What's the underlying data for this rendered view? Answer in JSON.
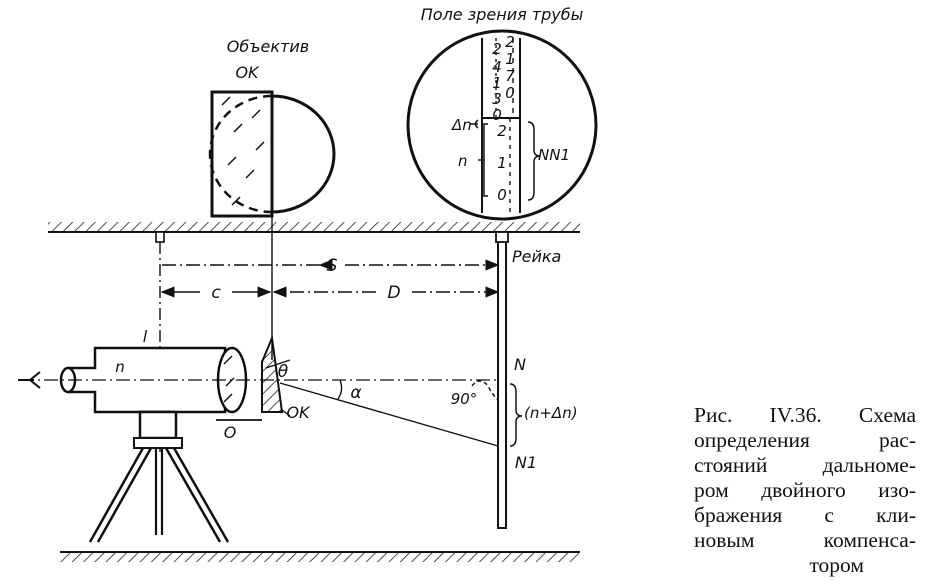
{
  "labels": {
    "field_of_view": "Поле зрения трубы",
    "objective": "Объектив",
    "ok_top": "OK",
    "ok_bottom": "OK",
    "rod": "Рейка",
    "S": "S",
    "c": "c",
    "D": "D",
    "l": "l",
    "n_tube": "n",
    "theta": "θ",
    "alpha": "α",
    "ninety": "90°",
    "O": "O",
    "N": "N",
    "N1": "N1",
    "n_plus_dn": "(n+Δn)",
    "delta_n": "Δn",
    "n_view": "n",
    "NN1": "NN1"
  },
  "scale_upper": [
    "2",
    "4",
    "1",
    "3",
    "0"
  ],
  "scale_upper_right": [
    "2",
    "1",
    "7",
    "0"
  ],
  "scale_lower": [
    "2",
    "1",
    "0"
  ],
  "caption": {
    "lines": [
      "Рис. IV.36. Схема",
      "определения рас-",
      "стояний дальноме-",
      "ром двойного изо-",
      "бражения с кли-",
      "новым компенса-"
    ],
    "last_line": "тором"
  }
}
